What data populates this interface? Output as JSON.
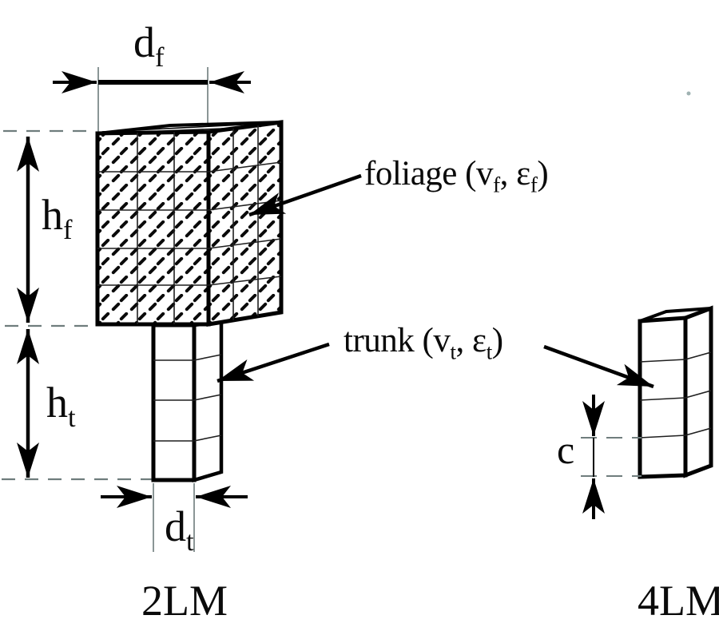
{
  "figure": {
    "description": "Geometry of two-layer (2LM) and four-layer (4LM) forest models: foliage slab over trunk layer, and a discretized trunk column of layer thickness c",
    "left_model": {
      "name": "2LM",
      "components": [
        "foliage",
        "trunk"
      ],
      "foliage_grid": {
        "columns": 3,
        "rows": 5
      },
      "trunk_segments": 4
    },
    "right_model": {
      "name": "4LM",
      "layers": 4
    }
  },
  "labels": {
    "d_f": {
      "base": "d",
      "sub": "f"
    },
    "h_f": {
      "base": "h",
      "sub": "f"
    },
    "h_t": {
      "base": "h",
      "sub": "t"
    },
    "d_t": {
      "base": "d",
      "sub": "t"
    },
    "c": "c",
    "foliage": {
      "pre": "foliage (v",
      "sub1": "f",
      "mid": ", ε",
      "sub2": "f",
      "post": ")"
    },
    "trunk": {
      "pre": "trunk (v",
      "sub1": "t",
      "mid": ", ε",
      "sub2": "t",
      "post": ")"
    },
    "model_left": "2LM",
    "model_right": "4LM"
  },
  "colors": {
    "ink": "#000000",
    "paper": "#ffffff",
    "grid_line": "#1f1f1f",
    "guide_line": "#6f7d7d"
  }
}
